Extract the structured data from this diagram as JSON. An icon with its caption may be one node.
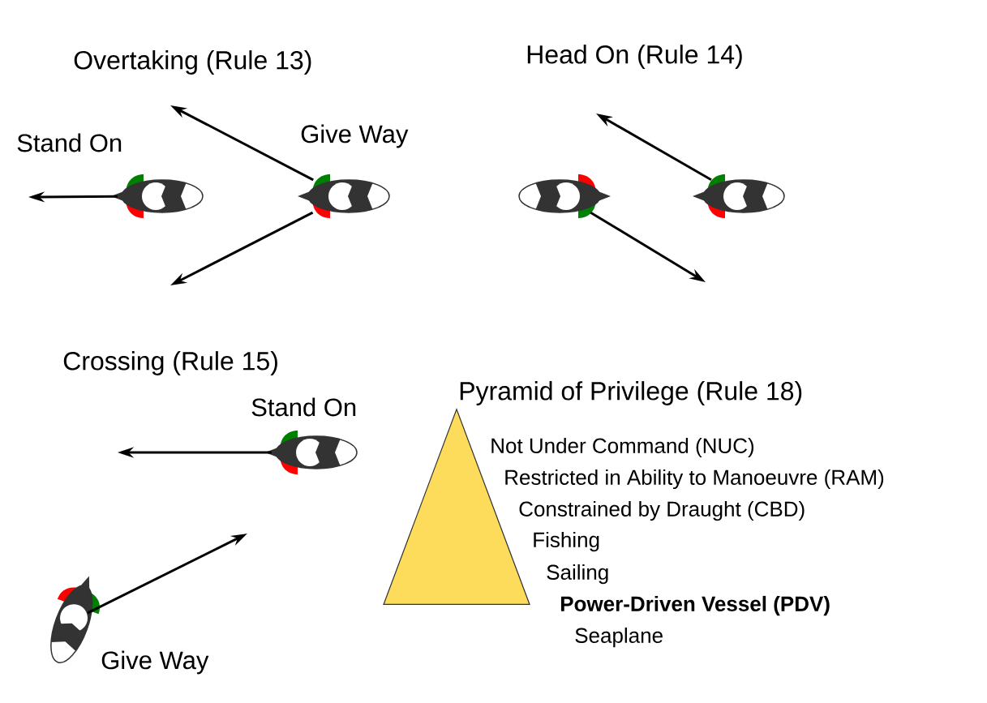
{
  "diagram": {
    "nodes": [
      {
        "text": [],
        "shape": "picture",
        "beside": [
          "Stand On"
        ]
      },
      {
        "text": [],
        "shape": "picture",
        "beside": [
          "Give Way"
        ]
      },
      {
        "text": [],
        "shape": "picture"
      },
      {
        "text": [],
        "shape": "picture"
      },
      {
        "text": [],
        "shape": "picture",
        "beside": [
          "Stand On"
        ]
      },
      {
        "text": [],
        "shape": "picture",
        "beside": [
          "Give Way"
        ]
      },
      {
        "text": [],
        "shape": "triangle"
      }
    ],
    "edges": [
      {
        "from": 0,
        "to": null,
        "arrow": "to"
      },
      {
        "from": 1,
        "to": null,
        "arrow": "to"
      },
      {
        "from": 1,
        "to": null,
        "arrow": "to"
      },
      {
        "from": 3,
        "to": null,
        "arrow": "to"
      },
      {
        "from": 2,
        "to": null,
        "arrow": "to"
      },
      {
        "from": 4,
        "to": null,
        "arrow": "to"
      },
      {
        "from": 5,
        "to": null,
        "arrow": "to"
      }
    ],
    "labels": [
      "Overtaking (Rule 13)",
      "Head On (Rule 14)",
      "Crossing (Rule 15)",
      "Pyramid of Privilege (Rule 18)",
      "Not Under Command (NUC)",
      "Restricted in Ability to Manoeuvre (RAM)",
      "Constrained by Draught (CBD)",
      "Fishing",
      "Sailing",
      "Power-Driven Vessel (PDV)",
      "Seaplane"
    ]
  }
}
